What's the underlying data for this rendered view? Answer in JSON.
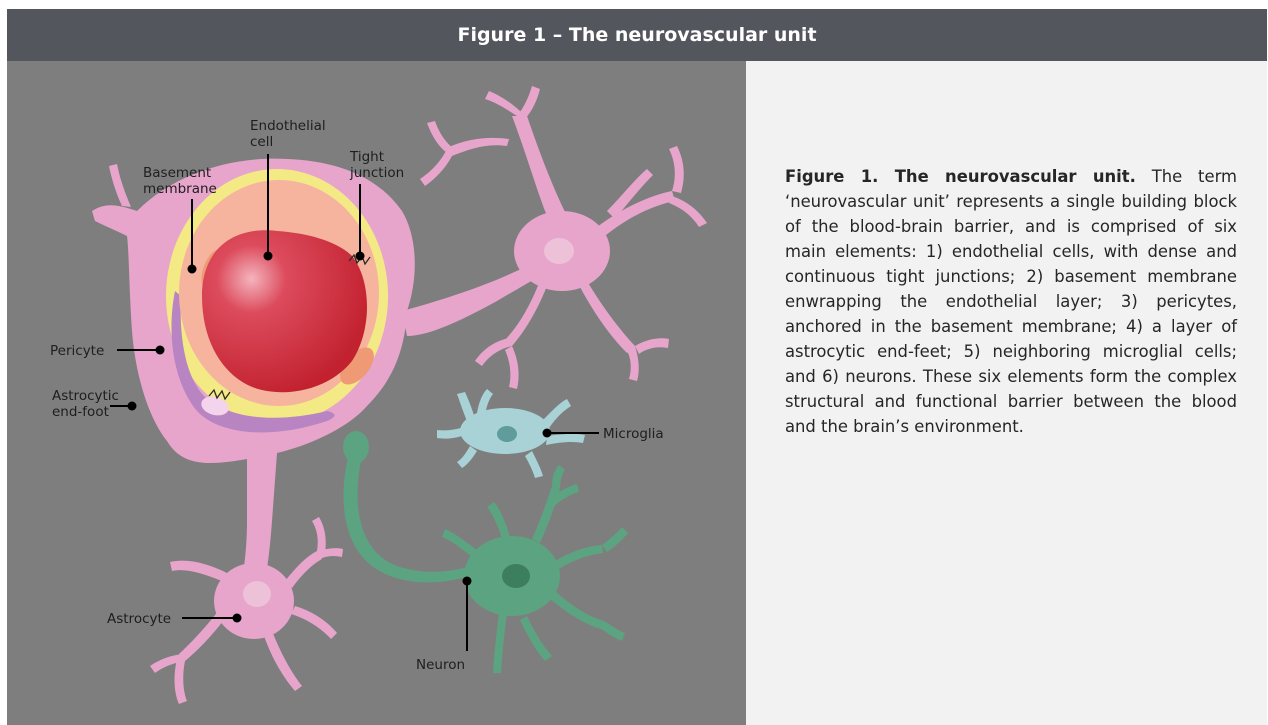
{
  "header": {
    "title": "Figure 1 – The neurovascular unit"
  },
  "diagram": {
    "labels": {
      "endothelial_cell": [
        "Endothelial",
        "cell"
      ],
      "tight_junction": [
        "Tight",
        "junction"
      ],
      "basement_membrane": [
        "Basement",
        "membrane"
      ],
      "pericyte": "Pericyte",
      "astrocytic_end_foot": [
        "Astrocytic",
        "end-foot"
      ],
      "microglia": "Microglia",
      "astrocyte": "Astrocyte",
      "neuron": "Neuron"
    },
    "colors": {
      "background": "#7e7e7e",
      "astrocyte": "#e7a5cb",
      "basement_membrane": "#f3ea86",
      "endothelium": "#f6b49e",
      "red_blood_cell": "#cc2a3c",
      "pericyte": "#b884c2",
      "microglia": "#a9d2d6",
      "neuron": "#5ca381"
    }
  },
  "caption": {
    "bold": "Figure 1. The neurovascular unit.",
    "text": " The term ‘neurovascular unit’ represents a single building block of the blood-brain barrier, and is comprised of six main elements: 1) endothelial cells, with dense and continuous tight junctions; 2) basement membrane enwrapping the endothelial layer; 3) pericytes, anchored in the basement membrane; 4) a layer of astrocytic end-feet; 5) neighboring microglial cells; and 6) neurons. These six elements form the complex structural and functional barrier between the blood and the brain’s environment."
  }
}
